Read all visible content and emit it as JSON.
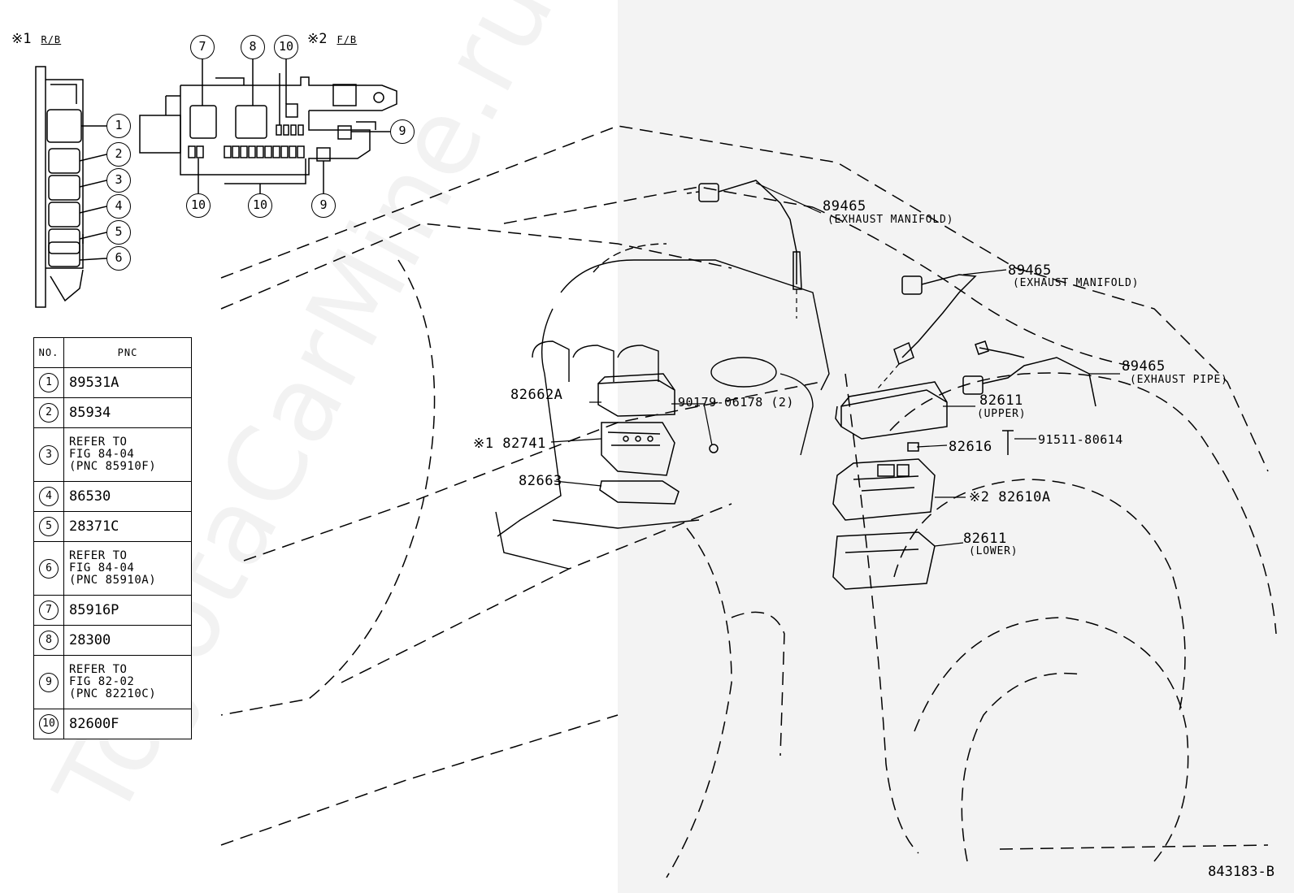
{
  "header": {
    "rb_mark": "※1",
    "rb_code": "R/B",
    "fb_mark": "※2",
    "fb_code": "F/B"
  },
  "rb_callouts": [
    "1",
    "2",
    "3",
    "4",
    "5",
    "6"
  ],
  "fb_callouts": {
    "top": [
      "7",
      "8",
      "10"
    ],
    "right": "9",
    "bottom": [
      "10",
      "10",
      "9"
    ]
  },
  "table": {
    "headers": {
      "no": "NO.",
      "pnc": "PNC"
    },
    "rows": [
      {
        "no": "1",
        "pnc": "89531A"
      },
      {
        "no": "2",
        "pnc": "85934"
      },
      {
        "no": "3",
        "pnc": "REFER TO\nFIG 84-04\n(PNC 85910F)"
      },
      {
        "no": "4",
        "pnc": "86530"
      },
      {
        "no": "5",
        "pnc": "28371C"
      },
      {
        "no": "6",
        "pnc": "REFER TO\nFIG 84-04\n(PNC 85910A)"
      },
      {
        "no": "7",
        "pnc": "85916P"
      },
      {
        "no": "8",
        "pnc": "28300"
      },
      {
        "no": "9",
        "pnc": "REFER TO\nFIG 82-02\n(PNC 82210C)"
      },
      {
        "no": "10",
        "pnc": "82600F"
      }
    ]
  },
  "parts": {
    "sensor1": {
      "num": "89465",
      "desc": "(EXHAUST MANIFOLD)"
    },
    "sensor2": {
      "num": "89465",
      "desc": "(EXHAUST MANIFOLD)"
    },
    "sensor3": {
      "num": "89465",
      "desc": "(EXHAUST PIPE)"
    },
    "p82662a": "82662A",
    "p90179": "90179-06178 (2)",
    "p82741": "※1 82741",
    "p82663": "82663",
    "p82611u": {
      "num": "82611",
      "desc": "(UPPER)"
    },
    "p82616": "82616",
    "p91511": "91511-80614",
    "p82610a": "※2 82610A",
    "p82611l": {
      "num": "82611",
      "desc": "(LOWER)"
    }
  },
  "watermark": "ToyotaCarMine.ru",
  "diagram_code": "843183-B"
}
